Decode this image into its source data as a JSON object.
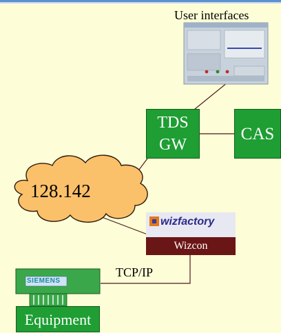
{
  "diagram": {
    "user_interfaces_label": "User interfaces",
    "tds_gw_line1": "TDS",
    "tds_gw_line2": "GW",
    "cas_label": "CAS",
    "network_label": "128.142",
    "wizfactory_logo": "wizfactory",
    "wizcon_label": "Wizcon",
    "tcpip_label": "TCP/IP",
    "siemens_label": "SIEMENS",
    "equipment_label": "Equipment"
  },
  "colors": {
    "background": "#fdfdd7",
    "node_green": "#1e9e33",
    "cloud_orange": "#fbc06a",
    "wizcon_bar": "#6a1616",
    "accent_blue": "#5a8fd0"
  }
}
